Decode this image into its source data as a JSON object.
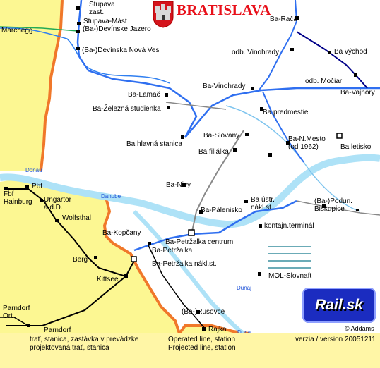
{
  "title": "BRATISLAVA",
  "logo_text": "Rail.sk",
  "copyright": "© Addams",
  "colors": {
    "austria_bg": "#fcf792",
    "border": "#f0782a",
    "river": "#2f7ff0",
    "rail": "#3333cc",
    "legend_bg": "#fff6a6",
    "title": "#e8101a"
  },
  "icons": {
    "coat_of_arms": "castle-coat-of-arms",
    "station": "square-station-marker",
    "projected_station": "open-square-marker",
    "airport": "airport-marker"
  },
  "labels": {
    "stupava_zast": "Stupava\nzast.",
    "stupava_mast": "Stupava-Mást",
    "devinske_jazero": "(Ba-)Devínske Jazero",
    "marchegg": "Marchegg",
    "devinska_nova_ves": "(Ba-)Devínska Nová Ves",
    "raca": "Ba-Rača",
    "odb_vinohrady": "odb. Vinohrady",
    "vychod": "Ba východ",
    "odb_mociar": "odb. Močiar",
    "vajnory": "Ba-Vajnory",
    "vinohrady": "Ba-Vinohrady",
    "lamac": "Ba-Lamač",
    "zelezna_studienka": "Ba-Železná studienka",
    "predmestie": "Ba predmestie",
    "slovany": "Ba-Slovany",
    "hlavna_stanica": "Ba hlavná stanica",
    "filialka": "Ba filiálka",
    "nove_mesto": "Ba-N.Mesto\n(od 1962)",
    "letisko": "Ba letisko",
    "donau": "Donau",
    "danube": "Danube",
    "dunaj": "Dunaj",
    "duna": "Duna",
    "fbf": "Fbf\nHainburg",
    "pbf": "Pbf",
    "ungartor": "Ungartor\na.d.D.",
    "wolfsthal": "Wolfsthal",
    "nivy": "Ba-Nivy",
    "ustr_nakl": "Ba ústr.\nnákl.st.",
    "palenisko": "Ba-Pálenisko",
    "podunajske": "(Ba-)Podun.\nBiskupice",
    "kopcany": "Ba-Kopčany",
    "petrzalka_centrum": "Ba-Petržalka centrum",
    "kontajn": "kontajn.terminál",
    "petrzalka": "Ba-Petržalka",
    "berg": "Berg",
    "petrzalka_nakl": "Ba-Petržalka nákl.st.",
    "kittsee": "Kittsee",
    "mol_slovnaft": "MOL-Slovnaft",
    "parndorf_ort": "Parndorf\nOrt",
    "rusovce": "(Ba-)Rusovce",
    "parndorf": "Parndorf",
    "rajka": "Rajka"
  },
  "legend": {
    "operated_sk": "trať, stanica, zastávka v prevádzke",
    "operated_en": "Operated line, station",
    "projected_sk": "projektovaná trať, stanica",
    "projected_en": "Projected line, station",
    "version": "verzia / version 20051211"
  }
}
